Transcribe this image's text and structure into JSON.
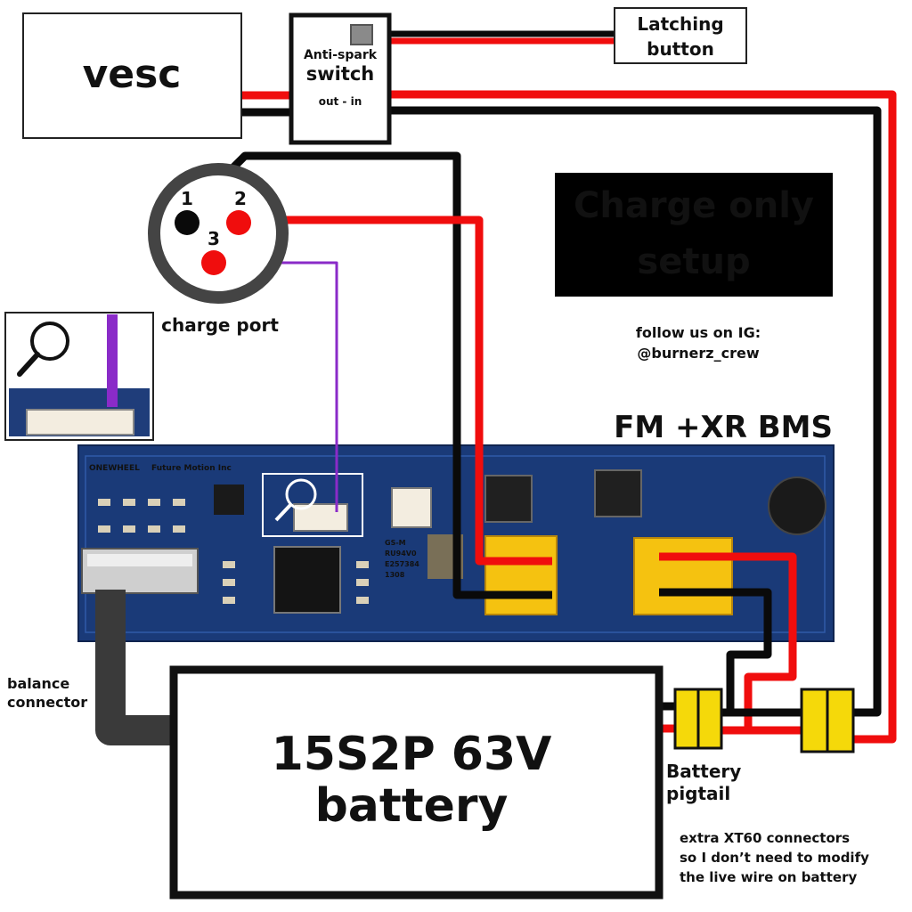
{
  "vesc": {
    "label": "vesc"
  },
  "switch": {
    "title_line1": "Anti-spark",
    "title_line2": "switch",
    "ports": "out - in"
  },
  "latching_button": {
    "line1": "Latching",
    "line2": "button"
  },
  "charge_port": {
    "label": "charge port",
    "pins": [
      "1",
      "2",
      "3"
    ]
  },
  "banner": {
    "line1": "Charge only",
    "line2": "setup"
  },
  "social": {
    "line1": "follow us on IG:",
    "line2": "@burnerz_crew"
  },
  "bms": {
    "title": "FM +XR BMS",
    "board_text": [
      "ONEWHEEL",
      "Future Motion Inc",
      "GS-M",
      "RU94V0",
      "E257384",
      "1308"
    ]
  },
  "balance": {
    "line1": "balance",
    "line2": "connector"
  },
  "battery": {
    "line1": "15S2P 63V",
    "line2": "battery"
  },
  "pigtail": {
    "line1": "Battery",
    "line2": "pigtail"
  },
  "note": {
    "line1": "extra XT60 connectors",
    "line2": "so I don’t need to modify",
    "line3": "the live wire on battery"
  },
  "colors": {
    "positive_wire": "#f00d0d",
    "negative_wire": "#0a0a0a",
    "signal_wire": "#8a2bc8",
    "xt60": "#f5d90a",
    "pcb": "#1a3a78",
    "banner_bg": "#000000"
  }
}
